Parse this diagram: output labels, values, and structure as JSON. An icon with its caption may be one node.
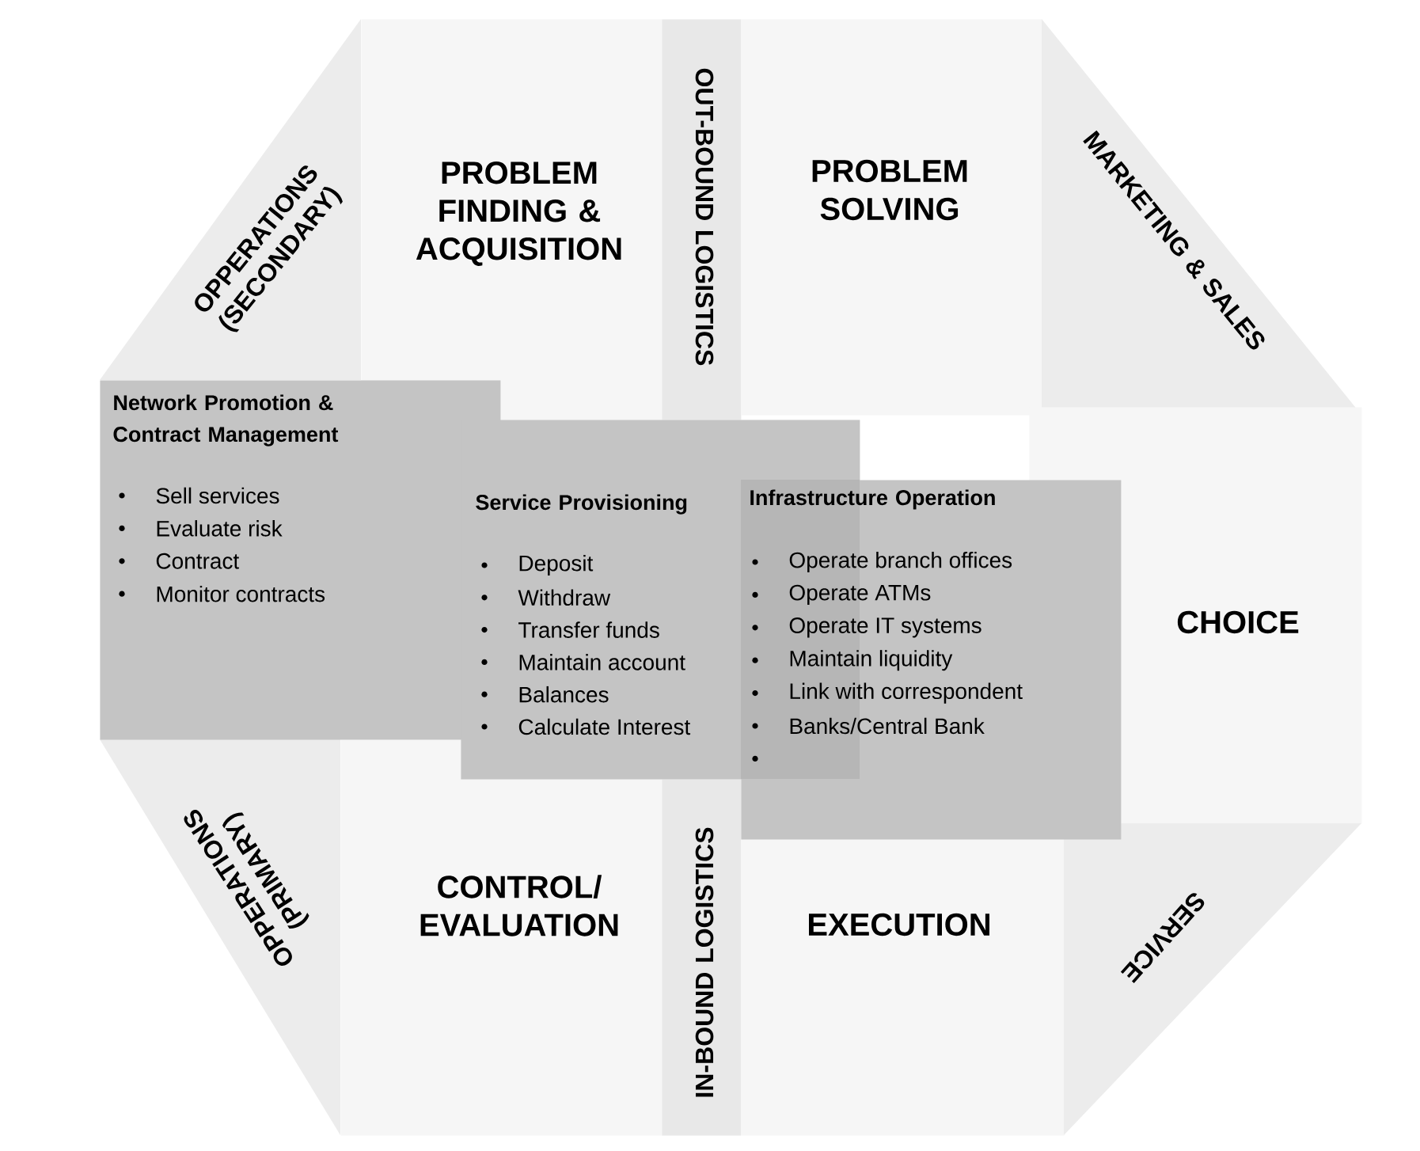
{
  "diagram": {
    "nodes": [
      {
        "text": [
          "OPPERATIONS (SECONDARY)"
        ]
      },
      {
        "text": [
          "PROBLEM FINDING & ACQUISITION"
        ]
      },
      {
        "text": [
          "OUT-BOUND LOGISTICS"
        ]
      },
      {
        "text": [
          "PROBLEM SOLVING"
        ]
      },
      {
        "text": [
          "MARKETING & SALES"
        ]
      },
      {
        "text": [
          "Network Promotion & Contract Management",
          "Sell services",
          "Evaluate risk",
          "Contract",
          "Monitor contracts"
        ]
      },
      {
        "text": [
          "Service Provisioning",
          "Deposit",
          "Withdraw",
          "Transfer funds",
          "Maintain account",
          "Balances",
          "Calculate Interest"
        ]
      },
      {
        "text": [
          "Infrastructure Operation",
          "Operate branch offices",
          "Operate ATMs",
          "Operate IT systems",
          "Maintain liquidity",
          "Link with correspondent",
          "Banks/Central Bank"
        ]
      },
      {
        "text": [
          "CHOICE"
        ]
      },
      {
        "text": [
          "OPPERATIONS (PRIMARY)"
        ]
      },
      {
        "text": [
          "CONTROL/ EVALUATION"
        ]
      },
      {
        "text": [
          "IN-BOUND LOGISTICS"
        ]
      },
      {
        "text": [
          "EXECUTION"
        ]
      },
      {
        "text": [
          "SERVICE"
        ]
      }
    ]
  }
}
